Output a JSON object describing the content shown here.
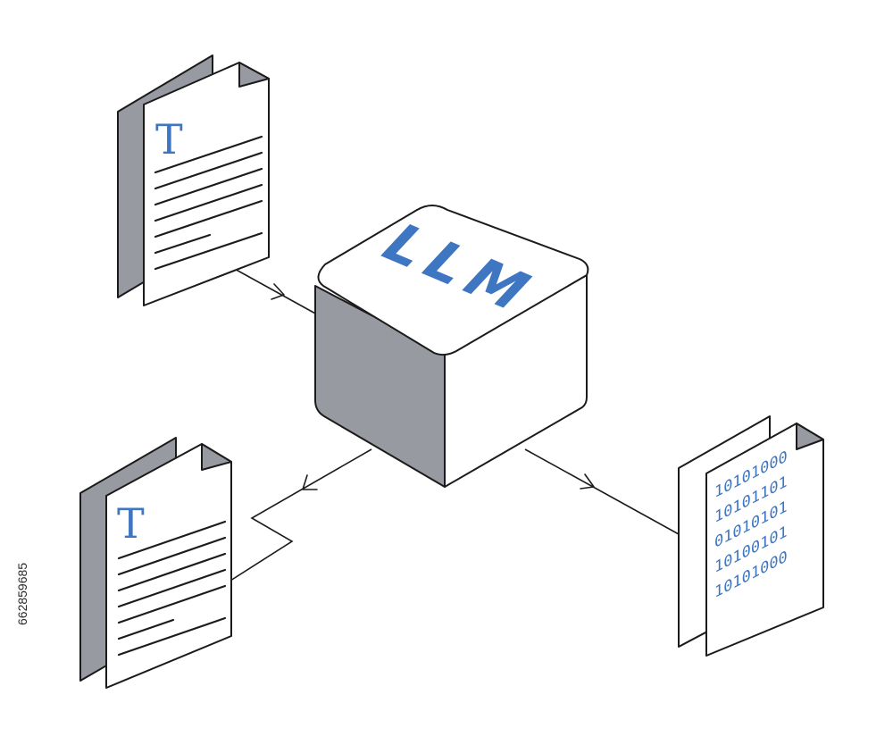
{
  "diagram": {
    "center_label": "LLM",
    "input_document": {
      "letter": "T"
    },
    "output_document": {
      "letter": "T"
    },
    "binary_document": {
      "lines": [
        "10101000",
        "10101101",
        "01010101",
        "10100101",
        "10101000"
      ]
    },
    "stock_id": "662859685"
  },
  "colors": {
    "accent": "#3f76c2",
    "shade": "#979ba1",
    "line": "#1b1b1b"
  }
}
